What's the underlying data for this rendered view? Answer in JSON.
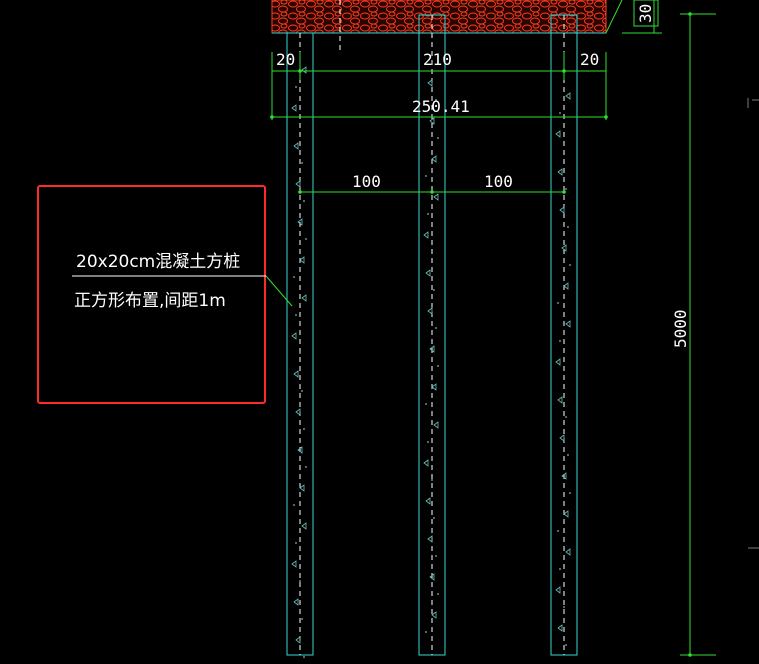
{
  "drawing": {
    "background": "#000000",
    "colors": {
      "dimension": "#2fe02f",
      "pile_outline": "#37d6d6",
      "centerline": "#ffffff",
      "highlight_box": "#ff2a2a",
      "cap_fill": "#ff3b1f",
      "text": "#ffffff"
    },
    "dimensions": {
      "top_height": "30",
      "edge_left": "20",
      "center_span": "210",
      "edge_right": "20",
      "overall_width": "250.41",
      "spacing_left": "100",
      "spacing_right": "100",
      "pile_length": "5000"
    },
    "note": {
      "line1": "20x20cm混凝土方桩",
      "line2": "正方形布置,间距1m"
    }
  }
}
